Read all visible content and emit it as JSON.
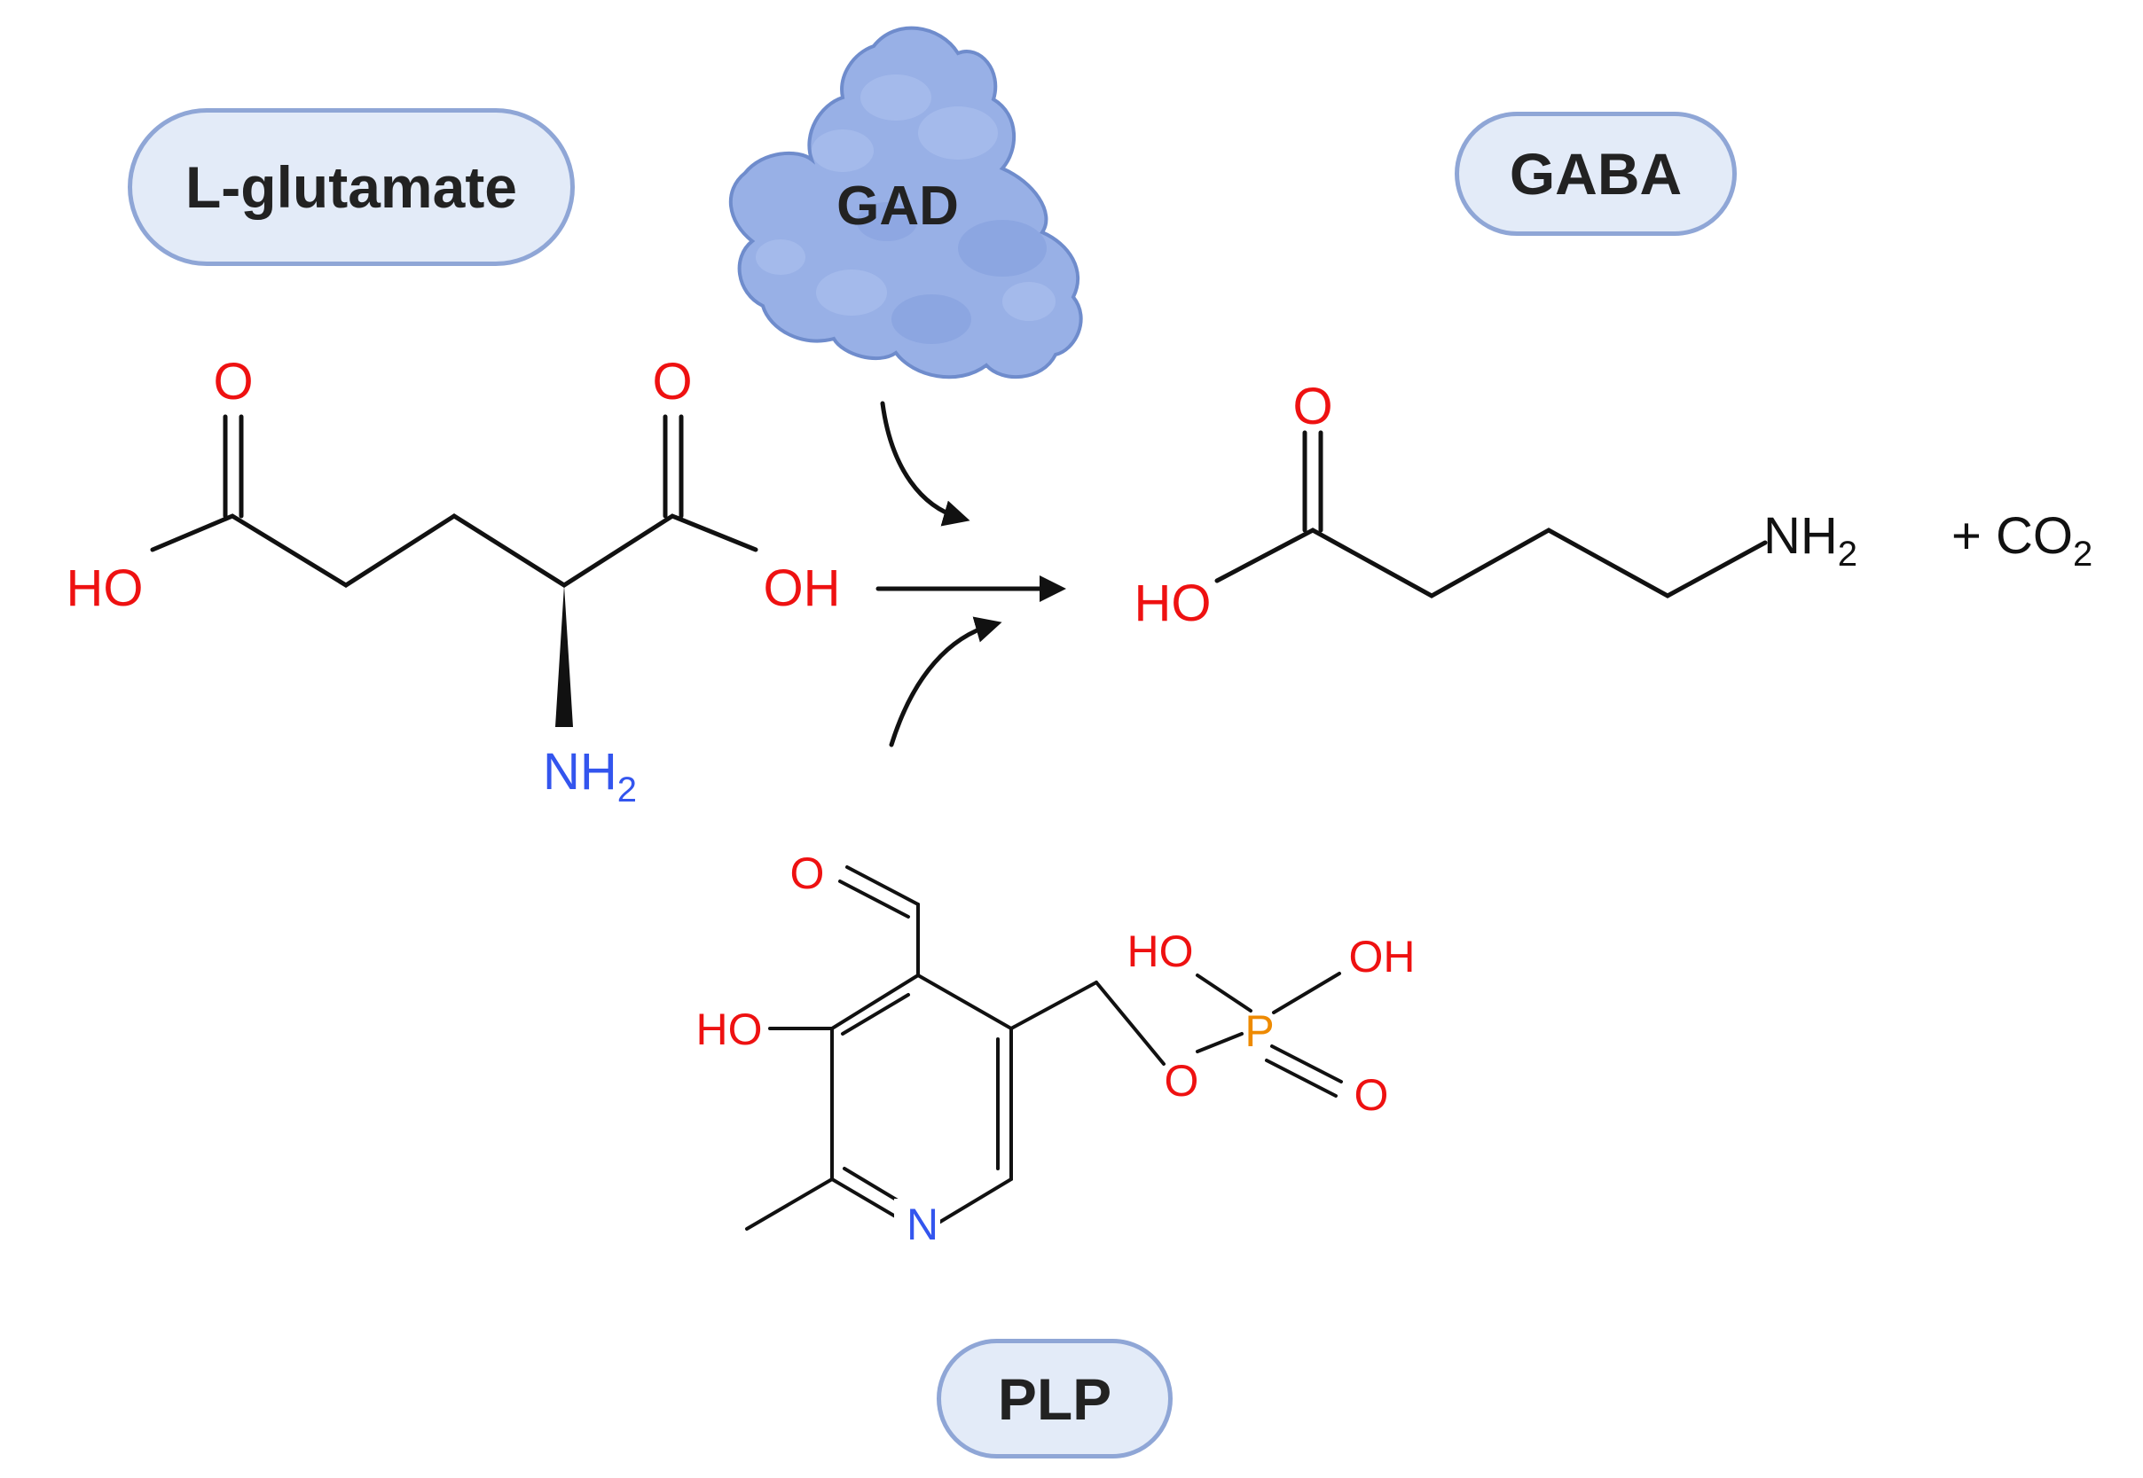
{
  "labels": {
    "substrate": "L-glutamate",
    "enzyme": "GAD",
    "product": "GABA",
    "cofactor": "PLP"
  },
  "atoms": {
    "glu_O1": "O",
    "glu_O2": "O",
    "glu_HO": "HO",
    "glu_OH": "OH",
    "glu_N": "NH",
    "glu_N_sub": "2",
    "gaba_O": "O",
    "gaba_HO": "HO",
    "gaba_N": "NH",
    "gaba_N_sub": "2",
    "co2_prefix": "+ CO",
    "co2_sub": "2",
    "plp_O_ald": "O",
    "plp_HO_ring": "HO",
    "plp_N": "N",
    "plp_O_ester": "O",
    "plp_P": "P",
    "plp_O_double": "O",
    "plp_HO_p": "HO",
    "plp_OH_p": "OH"
  },
  "colors": {
    "oxygen": "#ee1111",
    "nitrogen": "#3355ee",
    "phosphorus": "#ee8a00",
    "bond": "#111111",
    "pill_fill": "#e3ebf8",
    "pill_border": "#8fa6d6",
    "enzyme_fill": "#98b0e6"
  },
  "icons": [
    "enzyme-protein-icon",
    "reaction-arrow-icon",
    "curved-arrow-icon"
  ]
}
